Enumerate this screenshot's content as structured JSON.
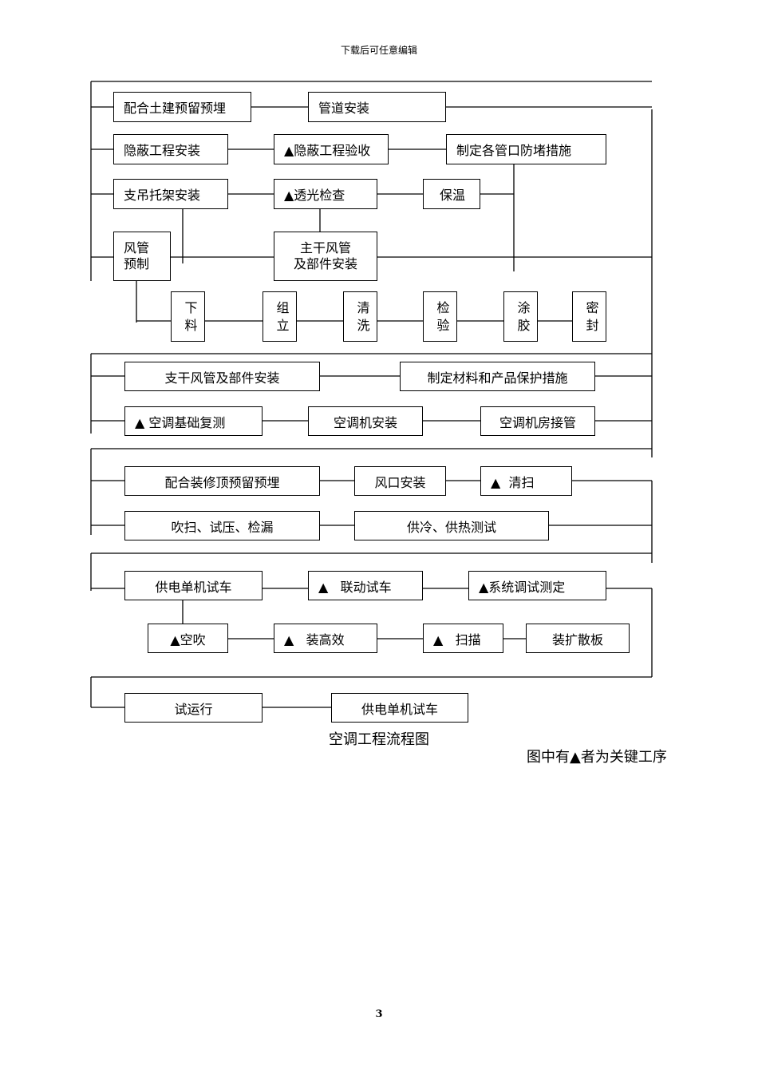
{
  "header": "下载后可任意编辑",
  "sections": [
    {
      "rows": [
        [
          "配合土建预留预埋",
          "管道安装"
        ],
        [
          "隐蔽工程安装",
          "▲隐蔽工程验收",
          "制定各管口防堵措施"
        ],
        [
          "支吊托架安装",
          "▲透光检查",
          "保温"
        ],
        [
          [
            "风管",
            "预制"
          ],
          [
            "主干风管",
            "及部件安装"
          ]
        ],
        [
          [
            "下",
            "料"
          ],
          [
            "组",
            "立"
          ],
          [
            "清",
            "洗"
          ],
          [
            "检",
            "验"
          ],
          [
            "涂",
            "胶"
          ],
          [
            "密",
            "封"
          ]
        ]
      ]
    },
    {
      "rows": [
        [
          "支干风管及部件安装",
          "制定材料和产品保护措施"
        ],
        [
          "▲ 空调基础复测",
          "空调机安装",
          "空调机房接管"
        ]
      ]
    },
    {
      "rows": [
        [
          "配合装修顶预留预埋",
          "风口安装",
          "▲  清扫"
        ],
        [
          "吹扫、试压、检漏",
          "供冷、供热测试"
        ]
      ]
    },
    {
      "rows": [
        [
          "供电单机试车",
          "▲   联动试车",
          "▲系统调试测定"
        ],
        [
          "▲空吹",
          "▲   装高效",
          "▲   扫描",
          "装扩散板"
        ]
      ]
    },
    {
      "rows": [
        [
          "试运行",
          "供电单机试车"
        ]
      ]
    }
  ],
  "caption": "空调工程流程图",
  "note": "图中有▲者为关键工序",
  "page_number": "3"
}
